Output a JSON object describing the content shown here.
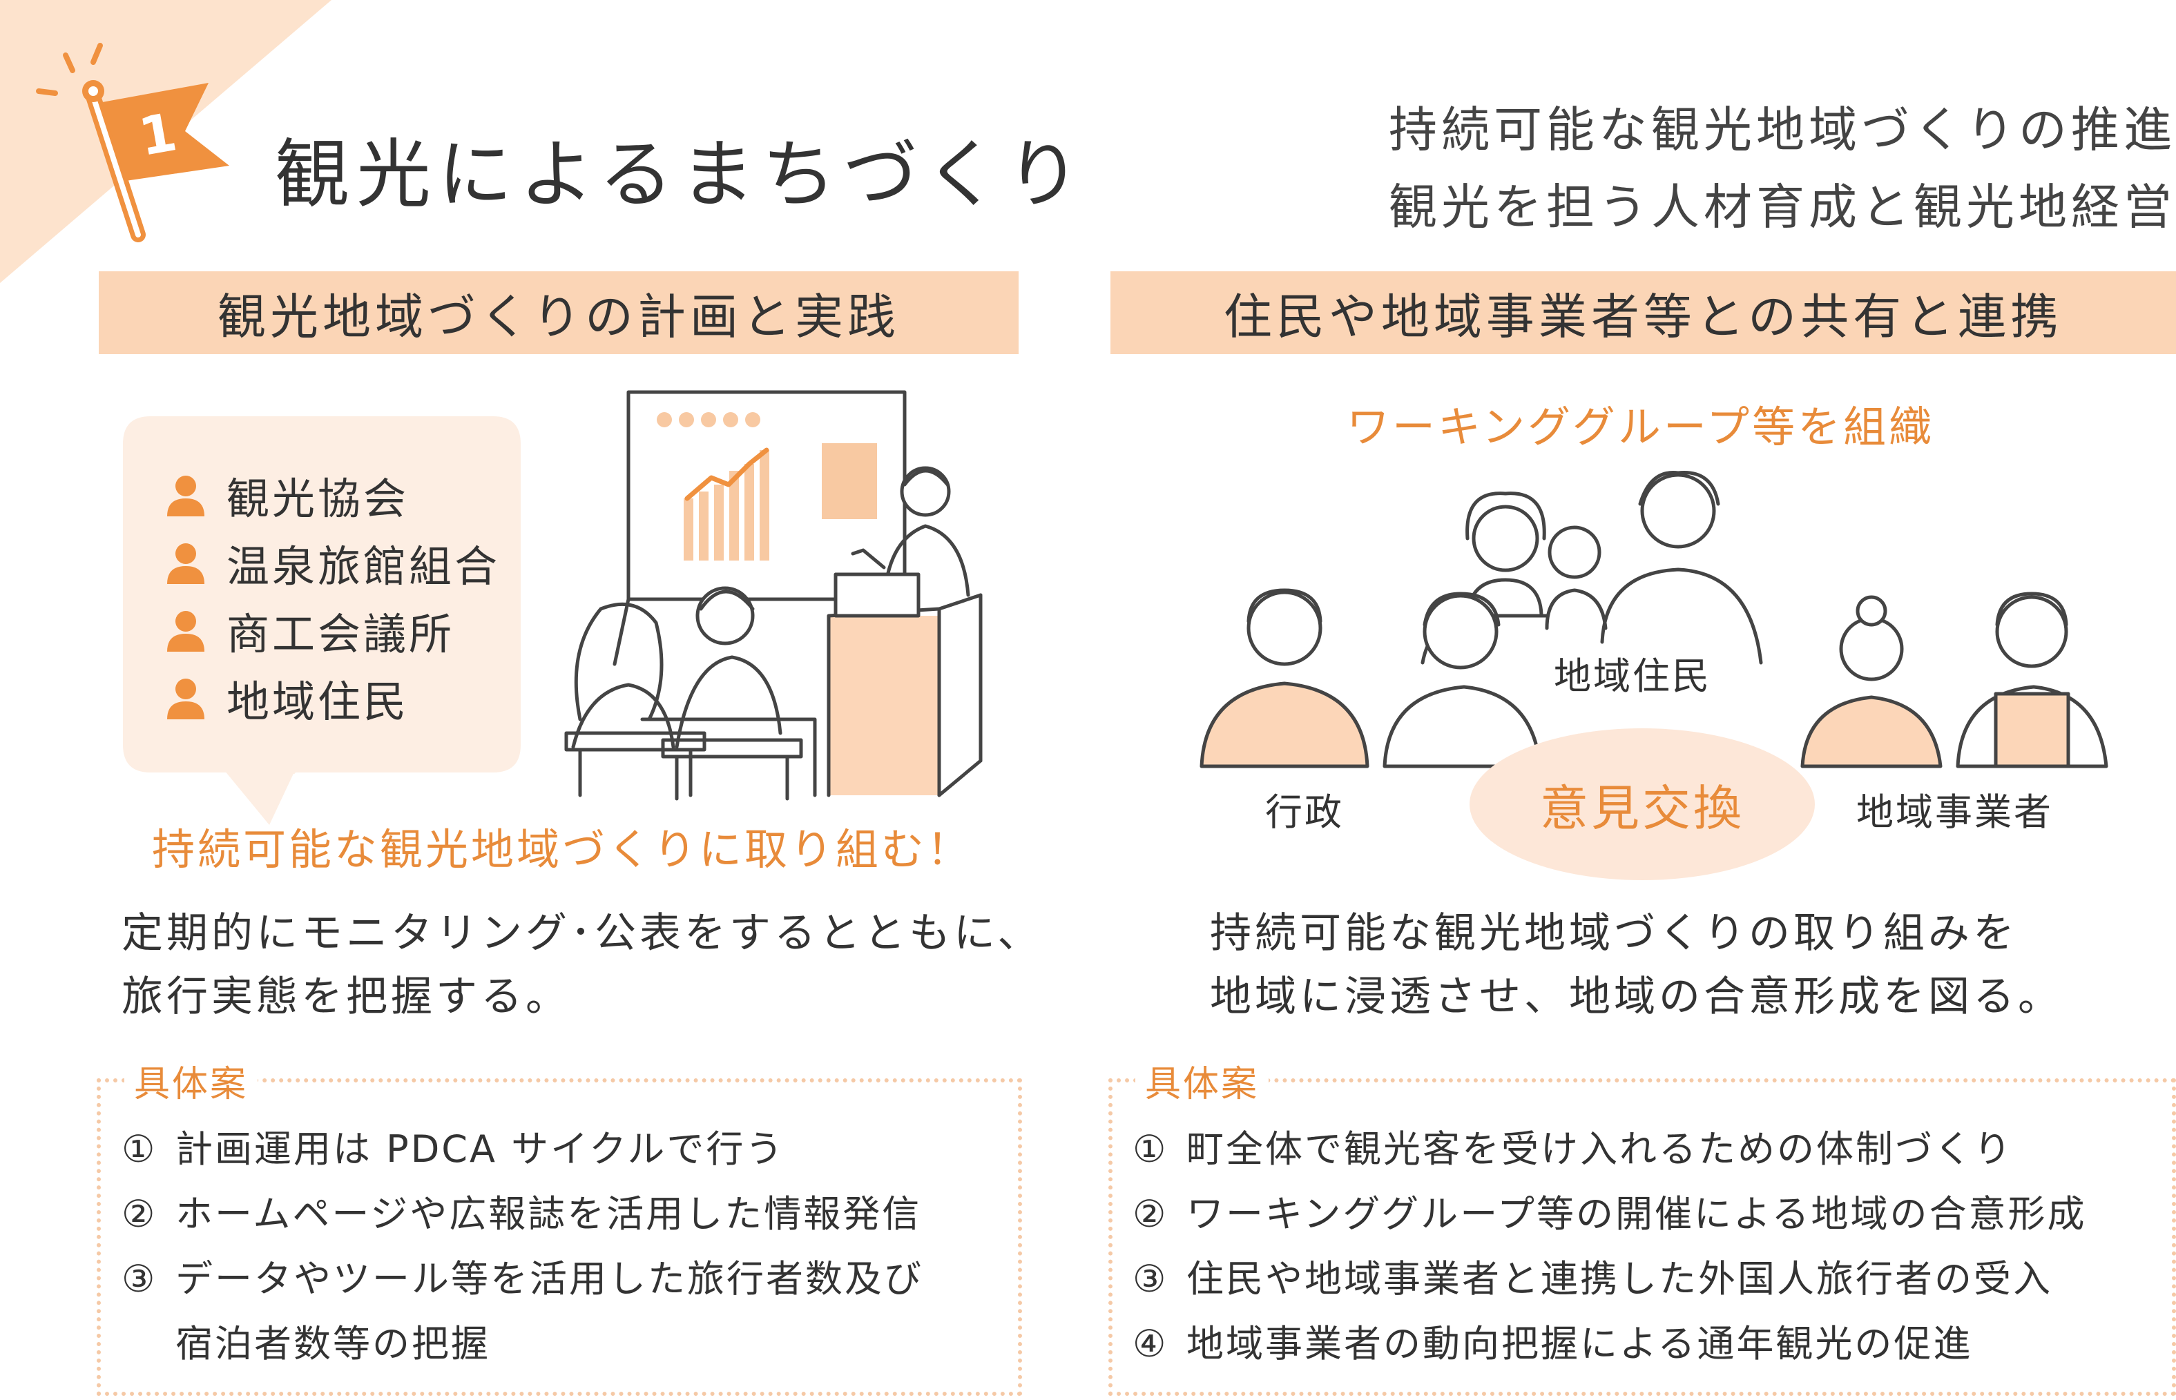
{
  "header": {
    "badge_number": "1",
    "title": "観光によるまちづくり",
    "subtitle_line1": "持続可能な観光地域づくりの推進",
    "subtitle_line2": "観光を担う人材育成と観光地経営"
  },
  "left": {
    "section_title": "観光地域づくりの計画と実践",
    "organizations": [
      "観光協会",
      "温泉旅館組合",
      "商工会議所",
      "地域住民"
    ],
    "slogan": "持続可能な観光地域づくりに取り組む！",
    "body_line1": "定期的にモニタリング･公表をするとともに、",
    "body_line2": "旅行実態を把握する。",
    "box_label": "具体案",
    "plans": [
      {
        "num": "①",
        "text": "計画運用は PDCA サイクルで行う"
      },
      {
        "num": "②",
        "text": "ホームページや広報誌を活用した情報発信"
      },
      {
        "num": "③",
        "text": "データやツール等を活用した旅行者数及び"
      },
      {
        "num": "",
        "text": "宿泊者数等の把握"
      }
    ]
  },
  "right": {
    "section_title": "住民や地域事業者等との共有と連携",
    "wg_title": "ワーキンググループ等を組織",
    "label_residents": "地域住民",
    "label_government": "行政",
    "label_business": "地域事業者",
    "exchange": "意見交換",
    "body_line1": "持続可能な観光地域づくりの取り組みを",
    "body_line2": "地域に浸透させ、地域の合意形成を図る。",
    "box_label": "具体案",
    "plans": [
      {
        "num": "①",
        "text": "町全体で観光客を受け入れるための体制づくり"
      },
      {
        "num": "②",
        "text": "ワーキンググループ等の開催による地域の合意形成"
      },
      {
        "num": "③",
        "text": "住民や地域事業者と連携した外国人旅行者の受入"
      },
      {
        "num": "④",
        "text": "地域事業者の動向把握による通年観光の促進"
      }
    ]
  },
  "colors": {
    "accent": "#e88b3a",
    "bar": "#fbd5b6",
    "corner": "#fde3cd",
    "bubble": "#fdeee3",
    "flag": "#f0913f",
    "text": "#333333"
  }
}
